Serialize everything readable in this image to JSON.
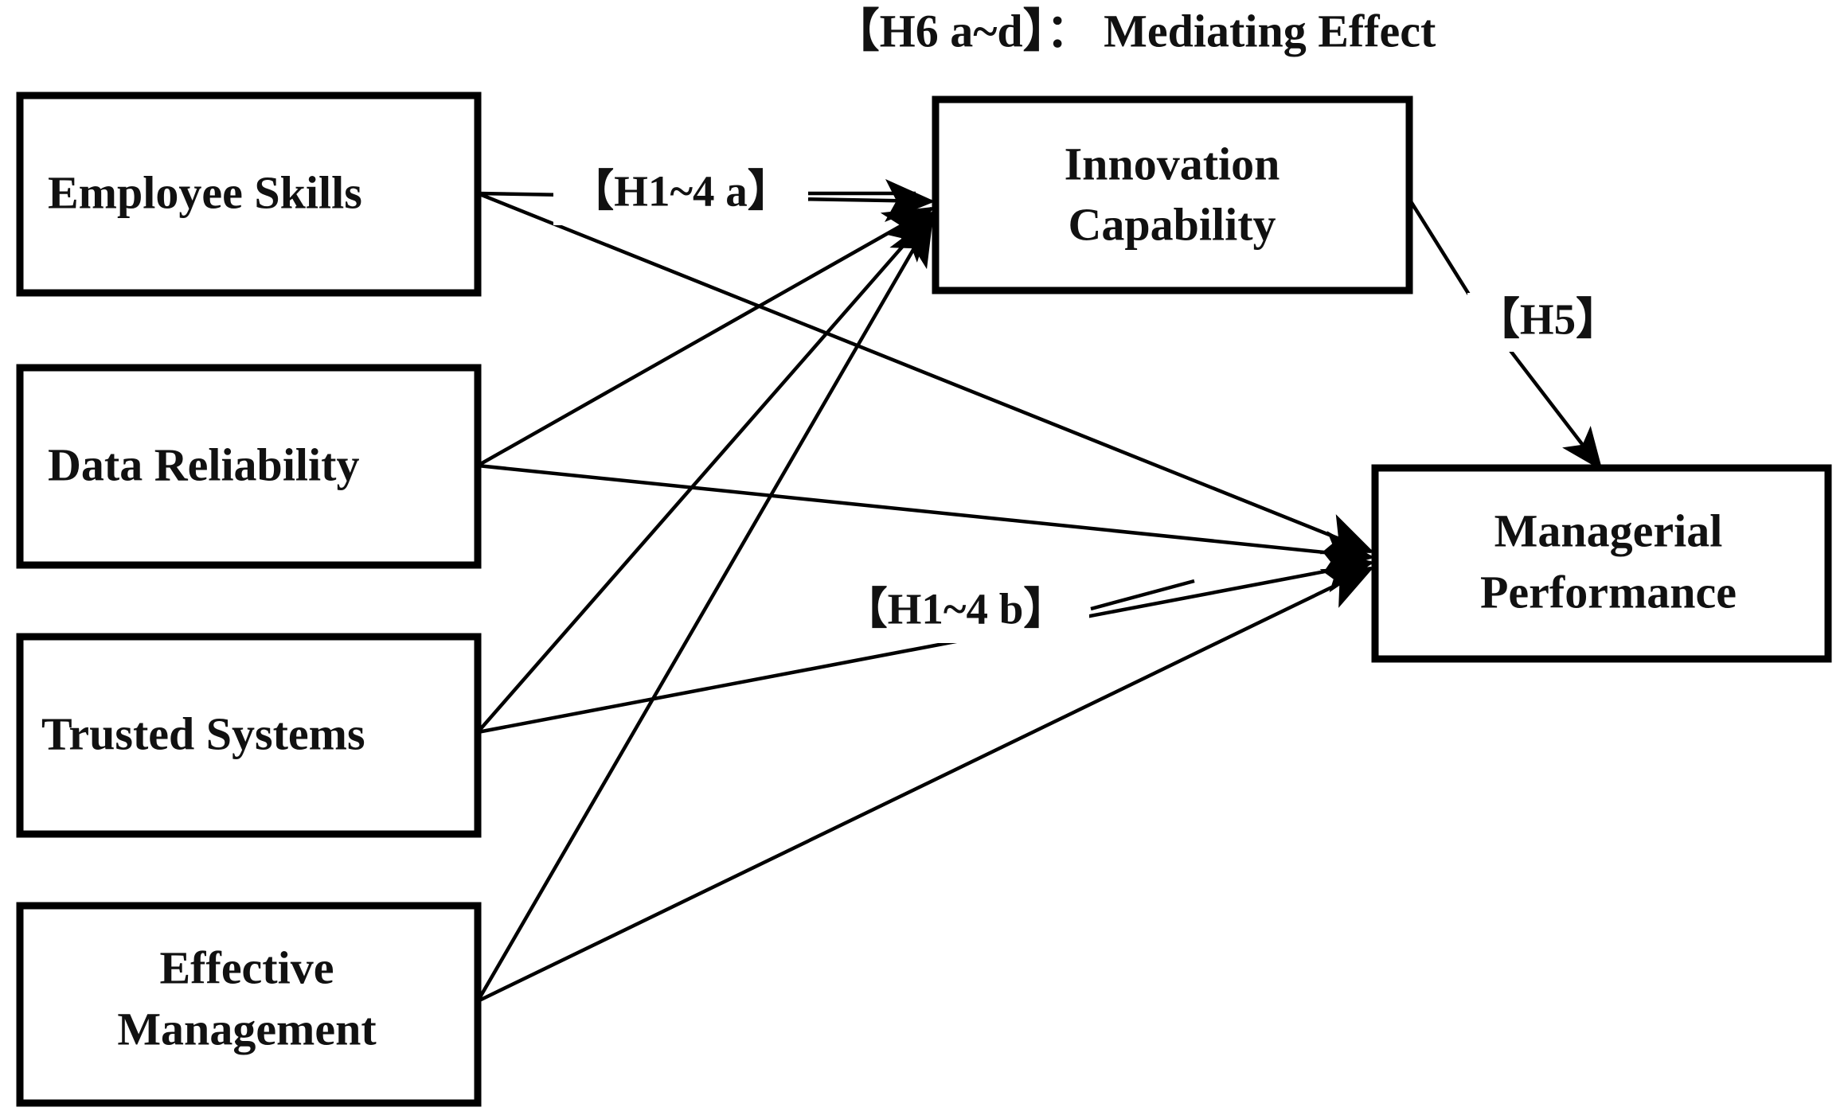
{
  "diagram": {
    "kind": "research-model-path-diagram",
    "title": "【H6 a~d】： Mediating Effect",
    "background_color": "#ffffff",
    "line_color": "#000000",
    "text_color": "#111111",
    "nodes": {
      "independent": [
        {
          "id": "employee-skills",
          "label": "Employee Skills",
          "lines": [
            "Employee Skills"
          ]
        },
        {
          "id": "data-reliability",
          "label": "Data Reliability",
          "lines": [
            "Data Reliability"
          ]
        },
        {
          "id": "trusted-systems",
          "label": "Trusted Systems",
          "lines": [
            "Trusted Systems"
          ]
        },
        {
          "id": "effective-management",
          "label": "Effective Management",
          "lines": [
            "Effective",
            "Management"
          ]
        }
      ],
      "mediator": {
        "id": "innovation-capability",
        "label": "Innovation Capability",
        "lines": [
          "Innovation",
          "Capability"
        ]
      },
      "dependent": {
        "id": "managerial-performance",
        "label": "Managerial Performance",
        "lines": [
          "Managerial",
          "Performance"
        ]
      }
    },
    "edge_labels": {
      "path_a": "【H1~4 a】",
      "path_b": "【H1~4 b】",
      "path_h5": "【H5】"
    }
  },
  "chart_data": {
    "type": "diagram",
    "title": "【H6 a~d】： Mediating Effect",
    "node_labels": [
      "Employee Skills",
      "Data Reliability",
      "Trusted Systems",
      "Effective Management",
      "Innovation Capability",
      "Managerial Performance"
    ],
    "edges": [
      {
        "from": "Employee Skills",
        "to": "Innovation Capability",
        "label": "【H1~4 a】"
      },
      {
        "from": "Data Reliability",
        "to": "Innovation Capability",
        "label": "【H1~4 a】"
      },
      {
        "from": "Trusted Systems",
        "to": "Innovation Capability",
        "label": "【H1~4 a】"
      },
      {
        "from": "Effective Management",
        "to": "Innovation Capability",
        "label": "【H1~4 a】"
      },
      {
        "from": "Employee Skills",
        "to": "Managerial Performance",
        "label": "【H1~4 b】"
      },
      {
        "from": "Data Reliability",
        "to": "Managerial Performance",
        "label": "【H1~4 b】"
      },
      {
        "from": "Trusted Systems",
        "to": "Managerial Performance",
        "label": "【H1~4 b】"
      },
      {
        "from": "Effective Management",
        "to": "Managerial Performance",
        "label": "【H1~4 b】"
      },
      {
        "from": "Innovation Capability",
        "to": "Managerial Performance",
        "label": "【H5】"
      }
    ],
    "annotations": [
      "【H6 a~d】： Mediating Effect"
    ]
  }
}
